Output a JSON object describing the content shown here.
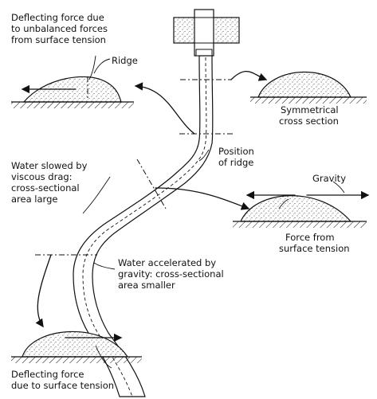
{
  "labels": {
    "deflect_top_1": "Deflecting force due",
    "deflect_top_2": "to unbalanced forces",
    "deflect_top_3": "from surface tension",
    "ridge": "Ridge",
    "sym_1": "Symmetrical",
    "sym_2": "cross section",
    "pos_1": "Position",
    "pos_2": "of ridge",
    "slowed_1": "Water slowed by",
    "slowed_2": "viscous drag:",
    "slowed_3": "cross-sectional",
    "slowed_4": "area large",
    "gravity": "Gravity",
    "fst_1": "Force from",
    "fst_2": "surface tension",
    "accel_1": "Water accelerated by",
    "accel_2": "gravity: cross-sectional",
    "accel_3": "area smaller",
    "deflect_bot_1": "Deflecting force",
    "deflect_bot_2": "due to surface tension"
  }
}
